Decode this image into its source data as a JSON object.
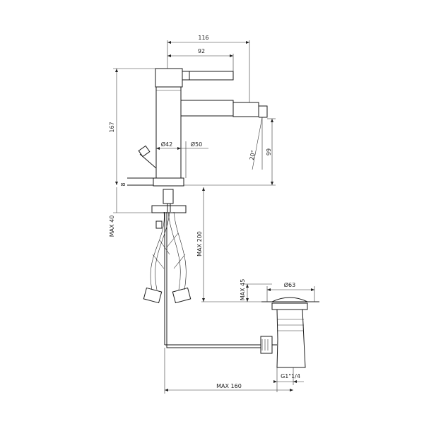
{
  "dimensions": {
    "total_reach": "116",
    "lever_reach": "92",
    "total_height": "167",
    "spout_height": "99",
    "body_diameter": "Ø42",
    "base_diameter": "Ø50",
    "spout_angle": "20°",
    "base_thickness": "8",
    "max_deck_thickness": "MAX 40",
    "max_hose_length": "MAX 200",
    "max_waste_height": "MAX 45",
    "waste_diameter": "Ø63",
    "waste_thread": "G1\"1/4",
    "max_pull_rod_length": "MAX 160"
  },
  "colors": {
    "line": "#1a1a1a",
    "background": "#ffffff"
  }
}
